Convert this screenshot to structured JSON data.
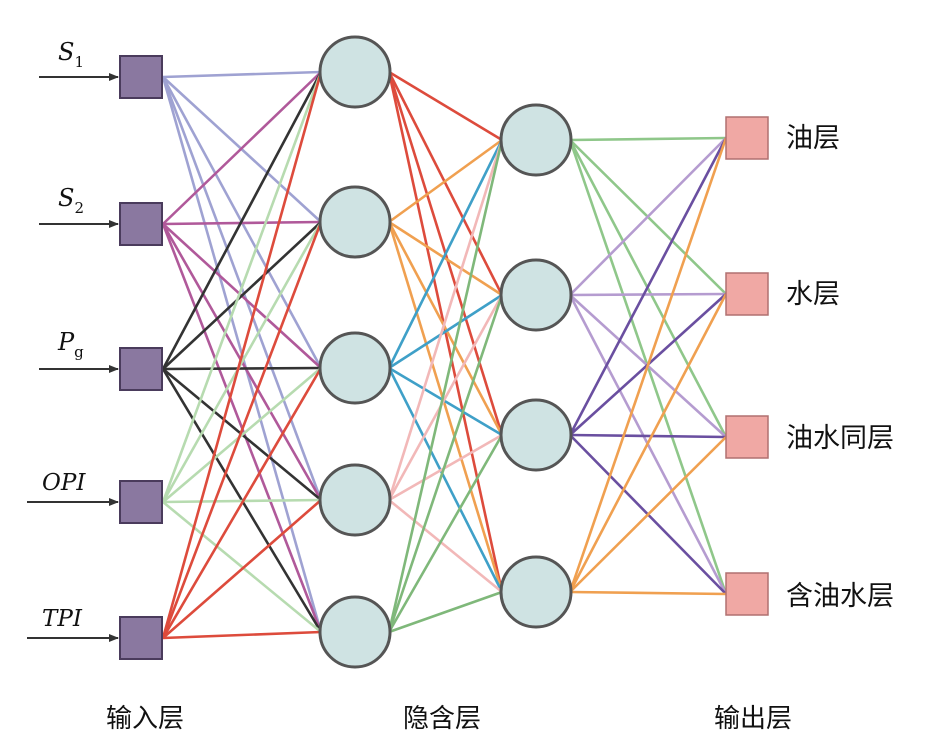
{
  "inputs": [
    {
      "name": "S",
      "sub": "1"
    },
    {
      "name": "S",
      "sub": "2"
    },
    {
      "name": "P",
      "sub": "g"
    },
    {
      "name": "OPI",
      "sub": ""
    },
    {
      "name": "TPI",
      "sub": ""
    }
  ],
  "outputs": [
    "油层",
    "水层",
    "油水同层",
    "含油水层"
  ],
  "layer_labels": {
    "input": "输入层",
    "hidden": "隐含层",
    "output": "输出层"
  },
  "colors": {
    "input_node_fill": "#8a78a0",
    "input_node_stroke": "#4a3b5c",
    "hidden_node_fill": "#cfe3e3",
    "hidden_node_stroke": "#555555",
    "output_node_fill": "#f0a8a4",
    "output_node_stroke": "#b07070",
    "input_edges": [
      "#9fa2d2",
      "#b0599a",
      "#333333",
      "#b7dbb0",
      "#dd4b3c"
    ],
    "hidden1_edges": [
      "#dd4b3c",
      "#f0a050",
      "#3fa0c8",
      "#f2b8b8",
      "#7fb87a"
    ],
    "hidden2_edges": [
      "#8fc78a",
      "#b59cd0",
      "#6a4fa0",
      "#f0a050"
    ]
  }
}
